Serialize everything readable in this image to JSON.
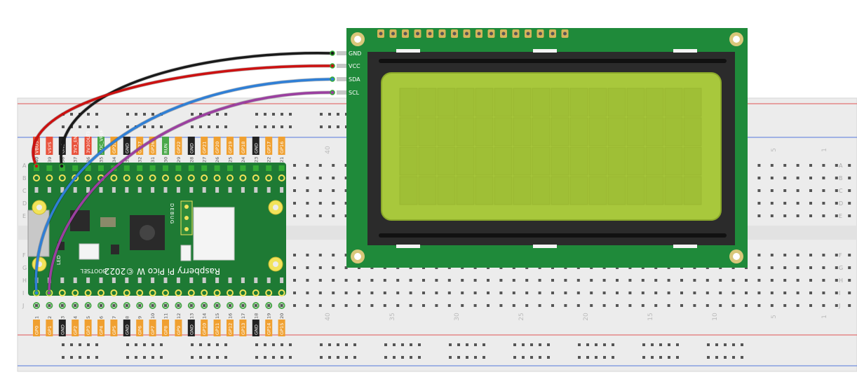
{
  "lcd": {
    "pins": [
      "GND",
      "VCC",
      "SDA",
      "SCL"
    ],
    "panel_color": "#a8c83c",
    "board_color": "#1f8a3a",
    "char_rows": 4,
    "char_cols": 16
  },
  "pico": {
    "name": "Raspberry Pi Pico W ©2022",
    "bootsel": "BOOTSEL",
    "led": "LED",
    "debug": "DEBUG",
    "top_pins": [
      {
        "num": "40",
        "label": "VBUS",
        "color": "#e8503a"
      },
      {
        "num": "39",
        "label": "VSYS",
        "color": "#e8503a"
      },
      {
        "num": "38",
        "label": "GND",
        "color": "#222222"
      },
      {
        "num": "37",
        "label": "3V3_EN",
        "color": "#e8503a"
      },
      {
        "num": "36",
        "label": "3V3(OUT)",
        "color": "#e8503a"
      },
      {
        "num": "35",
        "label": "ADC_VREF",
        "color": "#4aa84a"
      },
      {
        "num": "34",
        "label": "GP28",
        "color": "#f0a030"
      },
      {
        "num": "33",
        "label": "GND",
        "color": "#222222"
      },
      {
        "num": "32",
        "label": "GP27",
        "color": "#f0a030"
      },
      {
        "num": "31",
        "label": "GP26",
        "color": "#f0a030"
      },
      {
        "num": "30",
        "label": "RUN",
        "color": "#4aa84a"
      },
      {
        "num": "29",
        "label": "GP22",
        "color": "#f0a030"
      },
      {
        "num": "28",
        "label": "GND",
        "color": "#222222"
      },
      {
        "num": "27",
        "label": "GP21",
        "color": "#f0a030"
      },
      {
        "num": "26",
        "label": "GP20",
        "color": "#f0a030"
      },
      {
        "num": "25",
        "label": "GP19",
        "color": "#f0a030"
      },
      {
        "num": "24",
        "label": "GP18",
        "color": "#f0a030"
      },
      {
        "num": "23",
        "label": "GND",
        "color": "#222222"
      },
      {
        "num": "22",
        "label": "GP17",
        "color": "#f0a030"
      },
      {
        "num": "21",
        "label": "GP16",
        "color": "#f0a030"
      }
    ],
    "bottom_pins": [
      {
        "num": "1",
        "label": "GP0",
        "color": "#f0a030"
      },
      {
        "num": "2",
        "label": "GP1",
        "color": "#f0a030"
      },
      {
        "num": "3",
        "label": "GND",
        "color": "#222222"
      },
      {
        "num": "4",
        "label": "GP2",
        "color": "#f0a030"
      },
      {
        "num": "5",
        "label": "GP3",
        "color": "#f0a030"
      },
      {
        "num": "6",
        "label": "GP4",
        "color": "#f0a030"
      },
      {
        "num": "7",
        "label": "GP5",
        "color": "#f0a030"
      },
      {
        "num": "8",
        "label": "GND",
        "color": "#222222"
      },
      {
        "num": "9",
        "label": "GP6",
        "color": "#f0a030"
      },
      {
        "num": "10",
        "label": "GP7",
        "color": "#f0a030"
      },
      {
        "num": "11",
        "label": "GP8",
        "color": "#f0a030"
      },
      {
        "num": "12",
        "label": "GP9",
        "color": "#f0a030"
      },
      {
        "num": "13",
        "label": "GND",
        "color": "#222222"
      },
      {
        "num": "14",
        "label": "GP10",
        "color": "#f0a030"
      },
      {
        "num": "15",
        "label": "GP11",
        "color": "#f0a030"
      },
      {
        "num": "16",
        "label": "GP12",
        "color": "#f0a030"
      },
      {
        "num": "17",
        "label": "GP13",
        "color": "#f0a030"
      },
      {
        "num": "18",
        "label": "GND",
        "color": "#222222"
      },
      {
        "num": "19",
        "label": "GP14",
        "color": "#f0a030"
      },
      {
        "num": "20",
        "label": "GP15",
        "color": "#f0a030"
      }
    ]
  },
  "breadboard": {
    "row_letters_top": [
      "A",
      "B",
      "C",
      "D",
      "E"
    ],
    "row_letters_bottom": [
      "F",
      "G",
      "H",
      "I",
      "J"
    ],
    "column_numbers": [
      "40",
      "35",
      "30",
      "25",
      "20",
      "15",
      "10",
      "5",
      "1"
    ]
  },
  "wires": [
    {
      "name": "GND",
      "color": "#1a1a1a"
    },
    {
      "name": "VCC",
      "color": "#cc1111"
    },
    {
      "name": "SDA",
      "color": "#2f7fd6"
    },
    {
      "name": "SCL",
      "color": "#9b3fa0"
    }
  ]
}
